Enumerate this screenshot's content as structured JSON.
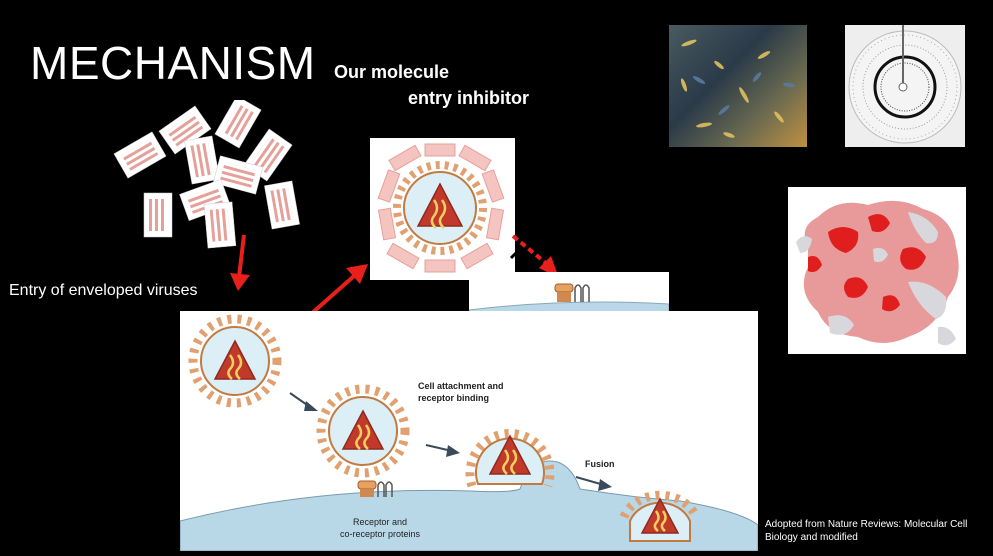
{
  "slide": {
    "title": "MECHANISM",
    "subtitle_line1": "Our molecule",
    "subtitle_line2": "entry inhibitor",
    "entry_label": "Entry of enveloped viruses",
    "credit": "Adopted from Nature Reviews: Molecular Cell Biology and modified"
  },
  "diagram": {
    "receptor_label_line1": "Receptor and",
    "receptor_label_line2": "co-receptor proteins",
    "attach_label_line1": "Cell attachment and",
    "attach_label_line2": "receptor binding",
    "fusion_label": "Fusion"
  },
  "colors": {
    "background": "#000000",
    "arrow_red": "#e8201c",
    "membrane_blue": "#b8d8e8",
    "capsid_red": "#c0392b",
    "spike_orange": "#e8a060"
  }
}
